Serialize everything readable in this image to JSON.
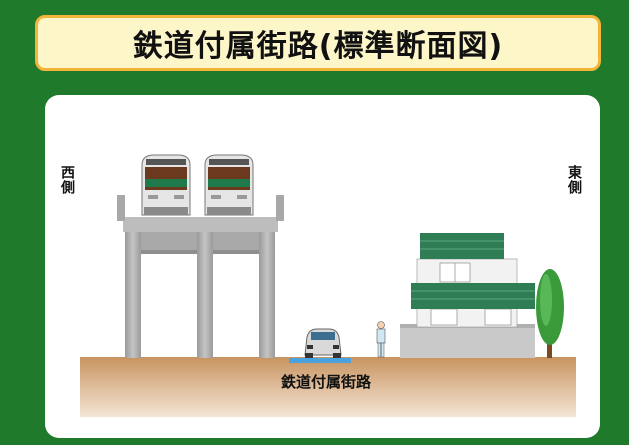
{
  "title": "鉄道付属街路(標準断面図)",
  "labels": {
    "west": "西側",
    "east": "東側",
    "road": "鉄道付属街路"
  },
  "colors": {
    "background": "#1f7a2c",
    "title_bg": "#fdf6c9",
    "title_border": "#f4b43a",
    "ground": "#d8a878",
    "road": "#4aa3df",
    "viaduct": "#b5b5b5",
    "roof": "#2e7d55"
  }
}
